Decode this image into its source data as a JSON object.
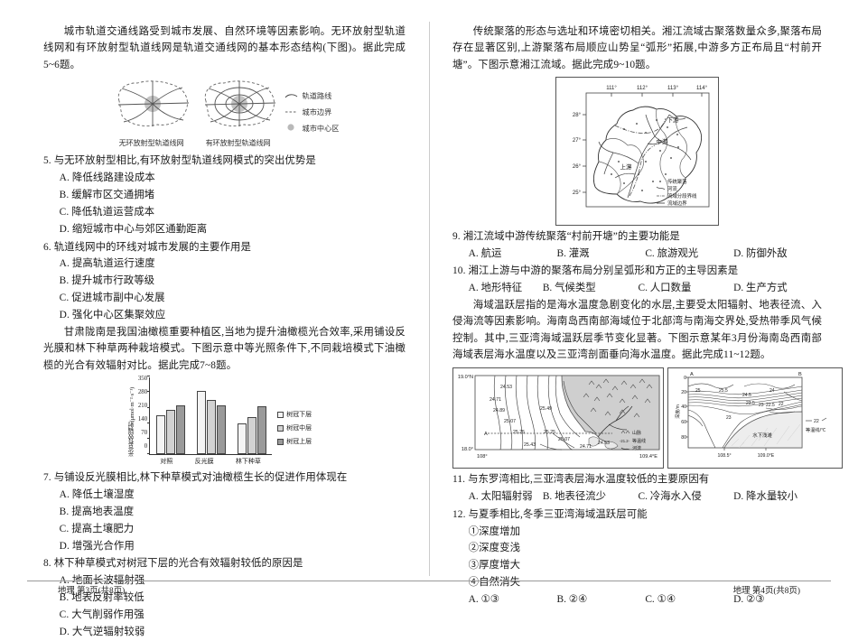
{
  "left": {
    "passage1": "城市轨道交通线路受到城市发展、自然环境等因素影响。无环放射型轨道线网和有环放射型轨道线网是轨道交通线网的基本形态结构(下图)。据此完成5~6题。",
    "rail_figure": {
      "caption_left": "无环放射型轨道线网",
      "caption_right": "有环放射型轨道线网",
      "legend": [
        {
          "symbol": "curve",
          "label": "轨道路线"
        },
        {
          "symbol": "dashed",
          "label": "城市边界"
        },
        {
          "symbol": "blob",
          "label": "城市中心区"
        }
      ]
    },
    "q5": {
      "stem": "5. 与无环放射型相比,有环放射型轨道线网模式的突出优势是",
      "options": [
        "A. 降低线路建设成本",
        "B. 缓解市区交通拥堵",
        "C. 降低轨道运营成本",
        "D. 缩短城市中心与郊区通勤距离"
      ]
    },
    "q6": {
      "stem": "6. 轨道线网中的环线对城市发展的主要作用是",
      "options": [
        "A. 提高轨道运行速度",
        "B. 提升城市行政等级",
        "C. 促进城市副中心发展",
        "D. 强化中心区集聚效应"
      ]
    },
    "passage2": "甘肃陇南是我国油橄榄重要种植区,当地为提升油橄榄光合效率,采用铺设反光膜和林下种草两种栽培模式。下图示意中等光照条件下,不同栽培模式下油橄榄的光合有效辐射对比。据此完成7~8题。",
    "q7": {
      "stem": "7. 与铺设反光膜相比,林下种草模式对油橄榄生长的促进作用体现在",
      "options": [
        "A. 降低土壤湿度",
        "B. 提高地表温度",
        "C. 提高土壤肥力",
        "D. 增强光合作用"
      ]
    },
    "q8": {
      "stem": "8. 林下种草模式对树冠下层的光合有效辐射较低的原因是",
      "options": [
        "A. 地面长波辐射强",
        "B. 地表反射率较低",
        "C. 大气削弱作用强",
        "D. 大气逆辐射较弱"
      ]
    },
    "footer": "地理 第3页(共8页)"
  },
  "right": {
    "passage3": "传统聚落的形态与选址和环境密切相关。湘江流域古聚落数量众多,聚落布局存在显著区别,上游聚落布局顺应山势呈“弧形”拓展,中游多方正布局且“村前开塘”。下图示意湘江流域。据此完成9~10题。",
    "xiang_map": {
      "lon_ticks": [
        "111°",
        "112°",
        "113°",
        "114°"
      ],
      "lat_ticks": [
        "28°",
        "27°",
        "26°",
        "25°"
      ],
      "region_labels": [
        "上游",
        "中游",
        "下游"
      ],
      "legend": [
        {
          "symbol": "dot",
          "label": "传统聚落"
        },
        {
          "symbol": "river",
          "label": "河流"
        },
        {
          "symbol": "dashdot",
          "label": "流域分段界线"
        },
        {
          "symbol": "solid",
          "label": "流域边界"
        }
      ]
    },
    "q9": {
      "stem": "9. 湘江流域中游传统聚落“村前开塘”的主要功能是",
      "options": [
        "A. 航运",
        "B. 灌溉",
        "C. 旅游观光",
        "D. 防御外敌"
      ]
    },
    "q10": {
      "stem": "10. 湘江上游与中游的聚落布局分别呈弧形和方正的主导因素是",
      "options": [
        "A. 地形特征",
        "B. 气候类型",
        "C. 人口数量",
        "D. 生产方式"
      ]
    },
    "passage4": "海域温跃层指的是海水温度急剧变化的水层,主要受太阳辐射、地表径流、入侵海流等因素影响。海南岛西南部海域位于北部湾与南海交界处,受热带季风气候控制。其中,三亚湾海域温跃层季节变化显著。下图示意某年3月份海南岛西南部海域表层海水温度以及三亚湾剖面垂向海水温度。据此完成11~12题。",
    "sea_map": {
      "lat_top": "19.0°N",
      "lat_bottom": "18.0°",
      "lon_left": "108°",
      "lon_right": "109.4°E",
      "isotherm_labels": [
        "24.53",
        "24.71",
        "24.89",
        "25.07",
        "25.25",
        "25.43"
      ],
      "section_marks": [
        "A",
        "B"
      ],
      "legend": [
        {
          "symbol": "mountain",
          "label": "山脉"
        },
        {
          "symbol": "isoline",
          "label": "等温线"
        },
        {
          "symbol": "river",
          "label": "河流"
        }
      ]
    },
    "sea_section": {
      "point_a": "A",
      "point_b": "B",
      "depth_label": "深度/m",
      "depth_ticks": [
        "0",
        "20",
        "40",
        "60",
        "80"
      ],
      "lon_ticks": [
        "108.5°",
        "109.0°E"
      ],
      "isotherm_labels": [
        "25",
        "25.5",
        "24.5",
        "24",
        "23.5",
        "23",
        "22.5",
        "22"
      ],
      "shoal_label": "水下浅滩",
      "legend_label": "等温线/℃",
      "legend_value": "22"
    },
    "q11": {
      "stem": "11. 与东罗湾相比,三亚湾表层海水温度较低的主要原因有",
      "options": [
        "A. 太阳辐射弱",
        "B. 地表径流少",
        "C. 冷海水入侵",
        "D. 降水量较小"
      ]
    },
    "q12": {
      "stem": "12. 与夏季相比,冬季三亚湾海域温跃层可能",
      "statements": [
        "①深度增加",
        "②深度变浅",
        "③厚度增大",
        "④自然消失"
      ],
      "options": [
        "A. ①③",
        "B. ②④",
        "C. ①④",
        "D. ②③"
      ]
    },
    "footer": "地理 第4页(共8页)"
  },
  "chart_data": {
    "type": "bar",
    "title": "",
    "xlabel": "",
    "ylabel": "光合有效辐射(μmol·m⁻²·s⁻¹)",
    "ylim": [
      0,
      350
    ],
    "yticks": [
      0,
      70,
      140,
      210,
      280,
      350
    ],
    "categories": [
      "对照",
      "反光膜",
      "林下种草"
    ],
    "series": [
      {
        "name": "树冠下层",
        "values": [
          176,
          285,
          138
        ]
      },
      {
        "name": "树冠中层",
        "values": [
          200,
          246,
          166
        ]
      },
      {
        "name": "树冠上层",
        "values": [
          221,
          220,
          216
        ]
      }
    ],
    "legend_position": "right"
  }
}
